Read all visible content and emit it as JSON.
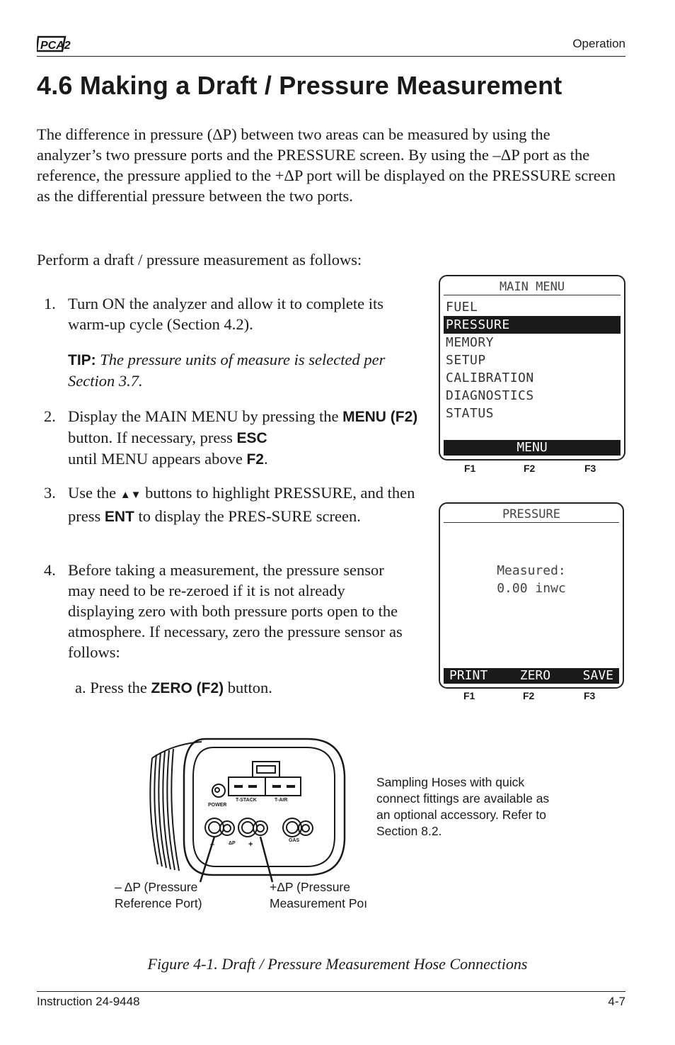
{
  "header": {
    "logo_text": "PCA2",
    "section_label": "Operation"
  },
  "title": "4.6  Making a Draft / Pressure Measurement",
  "intro": {
    "paragraph": "The difference in pressure (ΔP) between two areas can be measured by using the analyzer’s two pressure ports and the PRESSURE screen. By using the –ΔP port as the reference, the pressure applied to the +ΔP port will be displayed on the PRESSURE screen as the differential pressure between the two ports.",
    "perform": "Perform a draft / pressure measurement as follows:"
  },
  "steps": {
    "s1": {
      "num": "1.",
      "text": "Turn ON the analyzer and allow it to complete its warm-up cycle (Section 4.2)."
    },
    "tip": {
      "label": "TIP:",
      "text": "The pressure units of measure is selected per Section 3.7."
    },
    "s2": {
      "num": "2.",
      "a": "Display the MAIN MENU by pressing the ",
      "key1": "MENU (F2)",
      "b": " button. If necessary, press ",
      "key2": "ESC",
      "c": " until MENU appears above ",
      "key3": "F2",
      "d": "."
    },
    "s3": {
      "num": "3.",
      "a": "Use the ",
      "arrows": "▲▼",
      "b": " buttons to highlight PRESSURE, and then press ",
      "key1": "ENT",
      "c": " to display the PRES-SURE screen."
    },
    "s4": {
      "num": "4.",
      "text": "Before taking a measurement, the pressure sensor may need to be re-zeroed if it is not already displaying zero with both pressure ports open to the atmosphere. If necessary, zero the pressure sensor as follows:"
    },
    "s4a": {
      "a": "a. Press the ",
      "key1": "ZERO (F2)",
      "b": " button."
    }
  },
  "main_menu_screen": {
    "title": "MAIN MENU",
    "items": [
      "FUEL",
      "PRESSURE",
      "MEMORY",
      "SETUP",
      "CALIBRATION",
      "DIAGNOSTICS",
      "STATUS"
    ],
    "selected": "PRESSURE",
    "bar_label": "MENU",
    "fkeys": [
      "F1",
      "F2",
      "F3"
    ]
  },
  "pressure_screen": {
    "title": "PRESSURE",
    "line1": "Measured:",
    "line2": "0.00 inwc",
    "bar": [
      "PRINT",
      "ZERO",
      "SAVE"
    ],
    "fkeys": [
      "F1",
      "F2",
      "F3"
    ]
  },
  "analyzer_panel": {
    "connector_labels": [
      "T-STACK",
      "T-AIR"
    ],
    "power_label": "POWER",
    "dp_label": "ΔP",
    "minus": "–",
    "plus": "+",
    "gas_label": "GAS"
  },
  "hose_note": "Sampling Hoses with quick connect fittings are available as an optional accessory. Refer to Section 8.2.",
  "port_labels": {
    "minus_port": [
      "– ΔP (Pressure",
      "Reference Port)"
    ],
    "plus_port": [
      "+ΔP (Pressure",
      "Measurement Poı"
    ]
  },
  "figure_caption": "Figure 4-1.  Draft / Pressure Measurement Hose Connections",
  "footer": {
    "left": "Instruction 24-9448",
    "right": "4-7"
  }
}
